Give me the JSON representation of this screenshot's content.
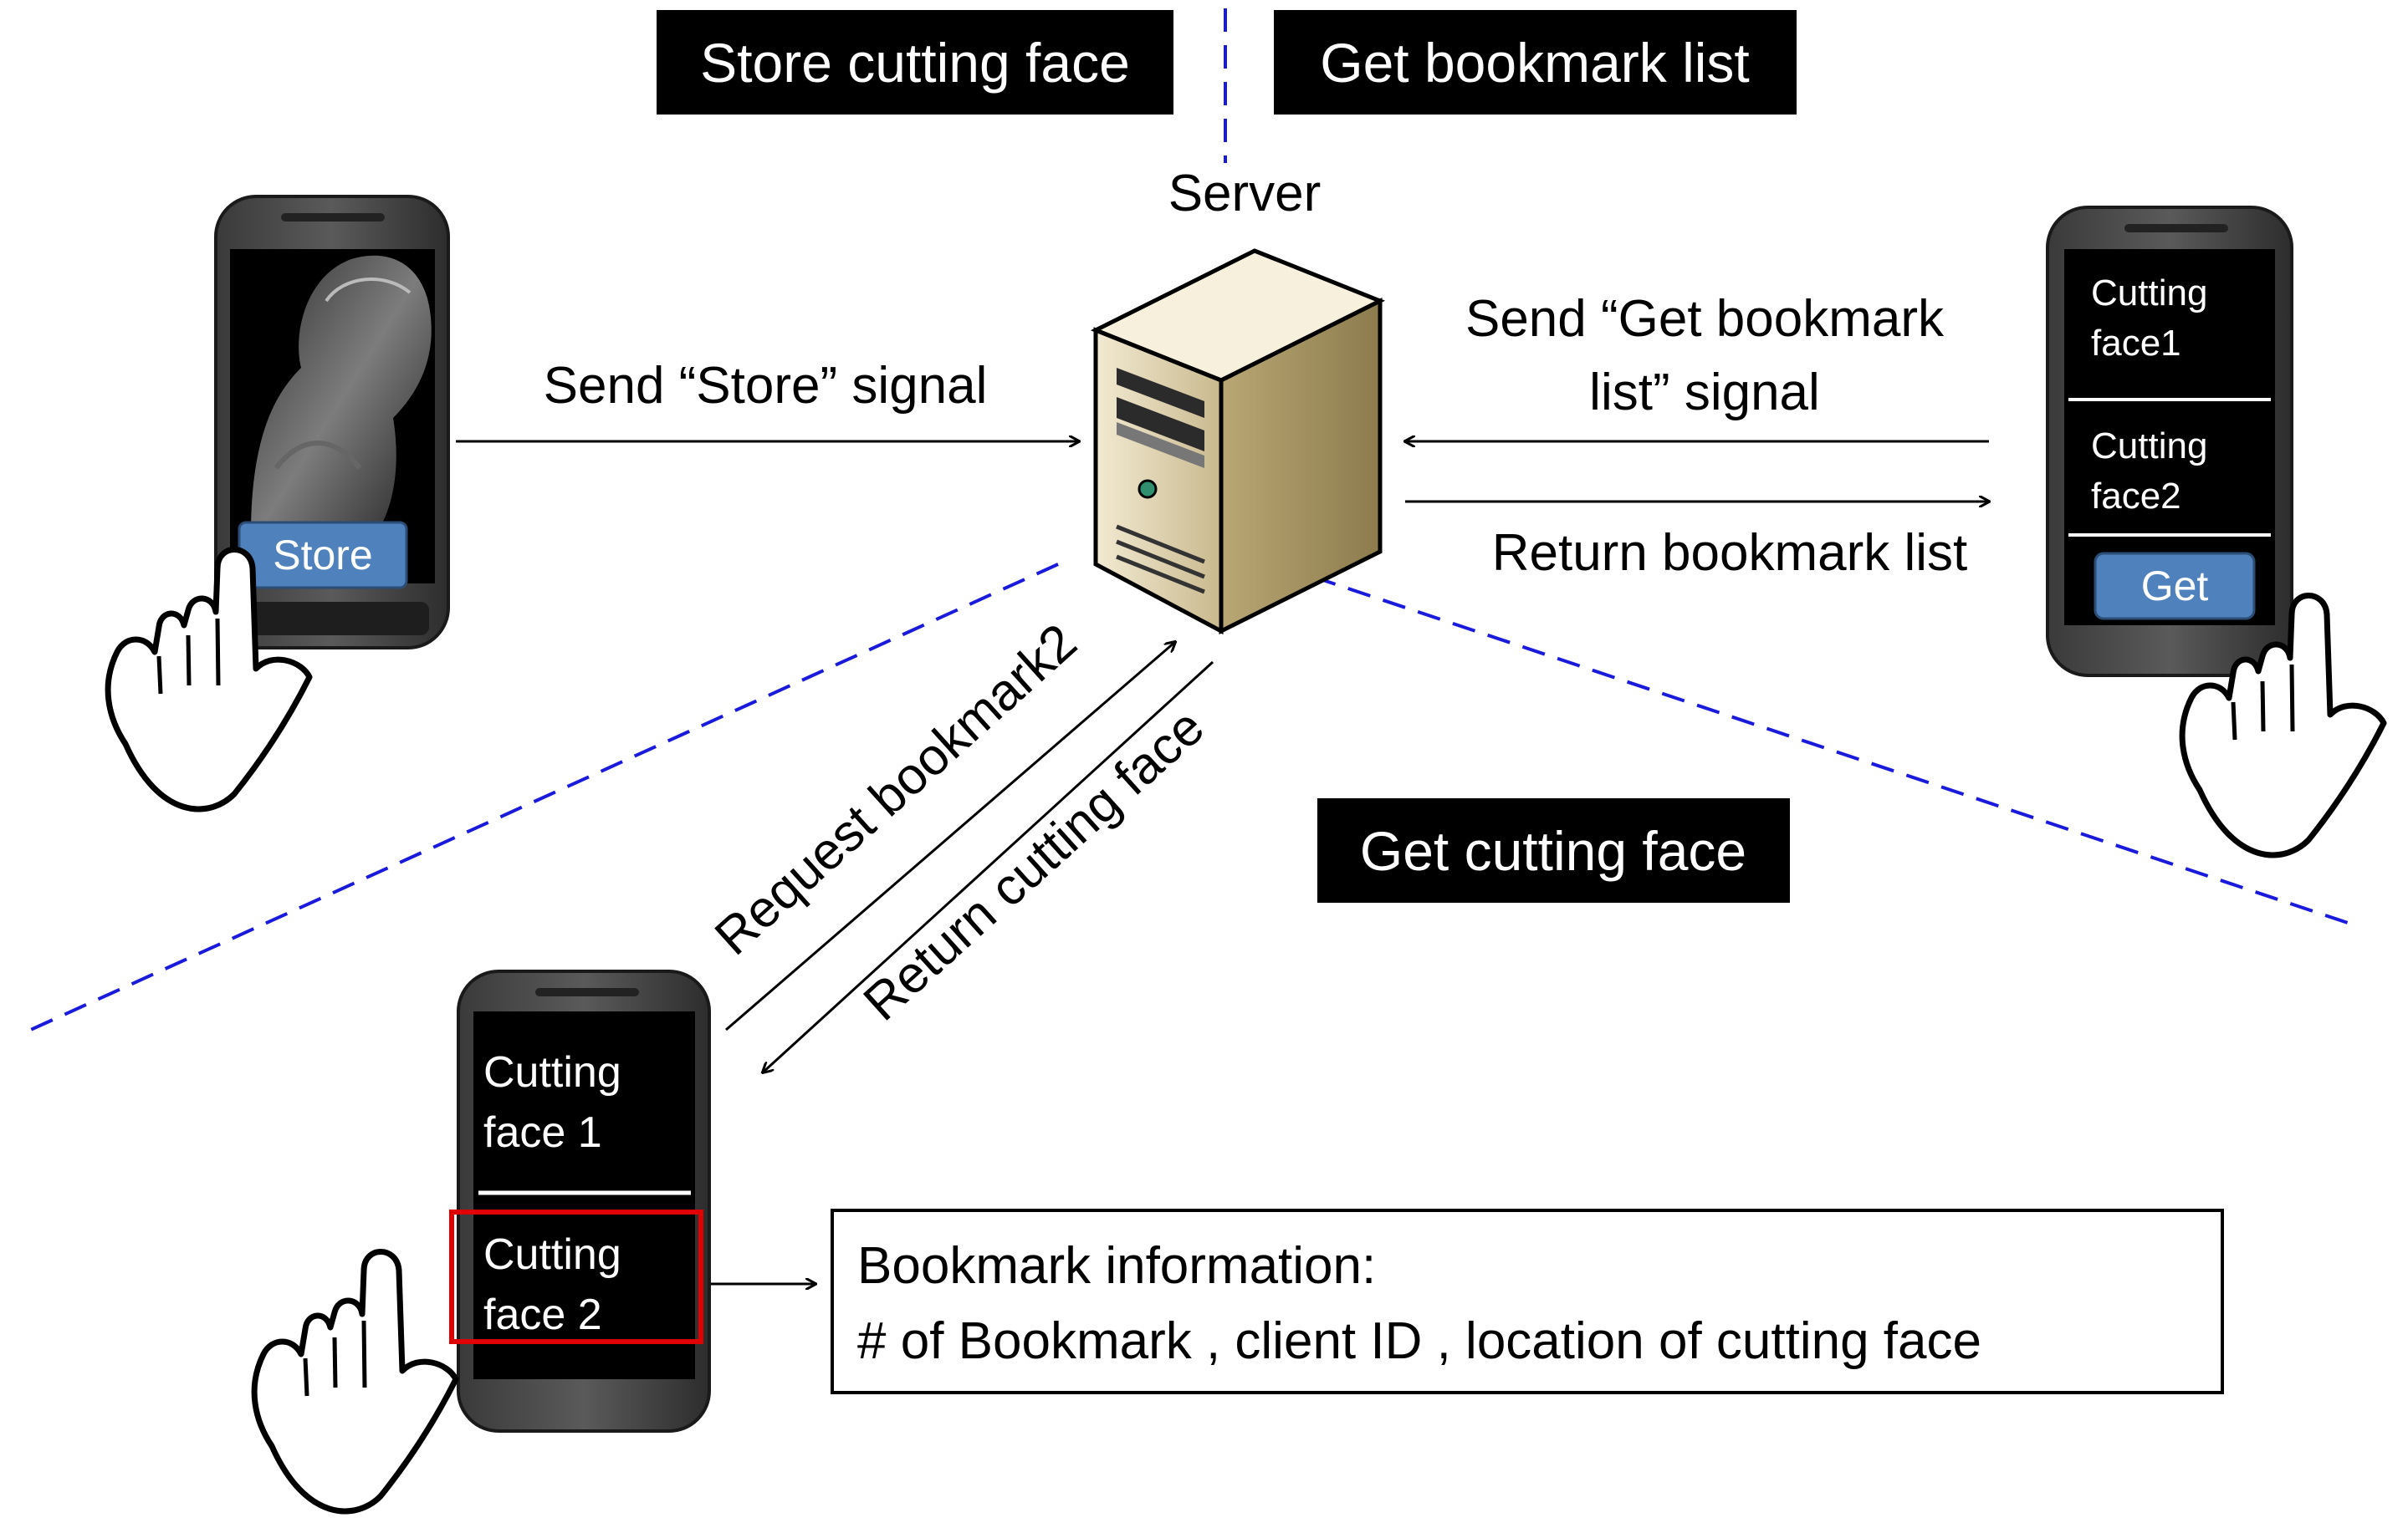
{
  "sections": {
    "store_label": "Store cutting face",
    "get_list_label": "Get bookmark list",
    "get_face_label": "Get cutting face"
  },
  "server": {
    "label": "Server"
  },
  "arrows": {
    "send_store": "Send “Store” signal",
    "send_get_line1": "Send “Get bookmark",
    "send_get_line2": "list” signal",
    "return_list": "Return bookmark list",
    "request_bookmark": "Request bookmark2",
    "return_face": "Return cutting face"
  },
  "phones": {
    "store_phone": {
      "button": "Store"
    },
    "get_phone": {
      "item1_line1": "Cutting",
      "item1_line2": "face1",
      "item2_line1": "Cutting",
      "item2_line2": "face2",
      "button": "Get"
    },
    "select_phone": {
      "item1_line1": "Cutting",
      "item1_line2": "face 1",
      "item2_line1": "Cutting",
      "item2_line2": "face 2"
    }
  },
  "info_box": {
    "line1": "Bookmark information:",
    "line2": "# of Bookmark ,  client ID  , location of cutting face"
  },
  "colors": {
    "divider": "#1a1adc",
    "label_bg": "#000000",
    "button": "#4f81bd",
    "highlight": "#e00000"
  }
}
